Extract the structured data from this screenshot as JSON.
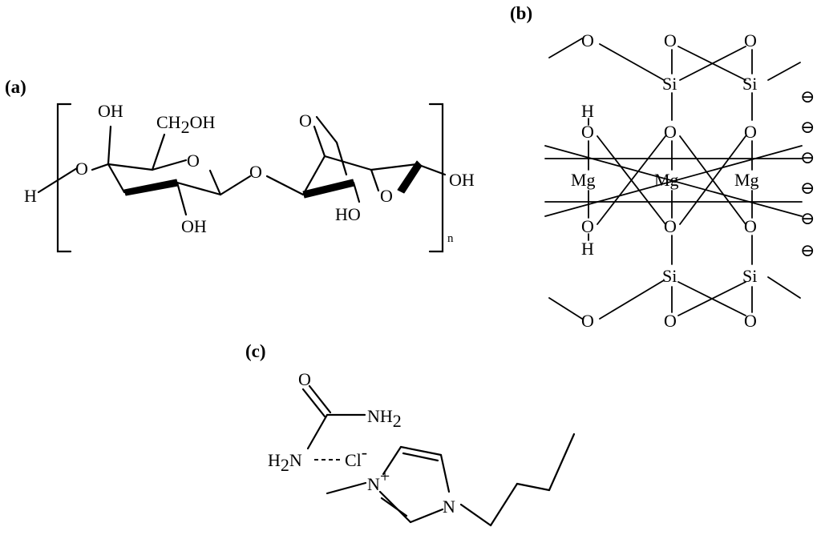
{
  "panels": {
    "a": "(a)",
    "b": "(b)",
    "c": "(c)"
  },
  "panel_a": {
    "oh_top": "OH",
    "ch2oh": "CH",
    "ch2oh_sub": "2",
    "ch2oh_tail": "OH",
    "ring_o_left": "O",
    "link_o": "O",
    "h_end": "H",
    "o_left": "O",
    "oh_bottom_left": "OH",
    "bridge_o": "O",
    "ring_o_right": "O",
    "ho_bottom": "HO",
    "oh_right": "OH",
    "repeat_n": "n"
  },
  "panel_b": {
    "o": "O",
    "si": "Si",
    "mg": "Mg",
    "h": "H",
    "charge": "⊖"
  },
  "panel_c": {
    "o": "O",
    "nh2": "NH",
    "nh2_sub": "2",
    "h2n_h": "H",
    "h2n_sub": "2",
    "h2n_n": "N",
    "cl": "Cl",
    "cl_sup": "-",
    "n_plus": "N",
    "plus": "+",
    "n": "N"
  }
}
